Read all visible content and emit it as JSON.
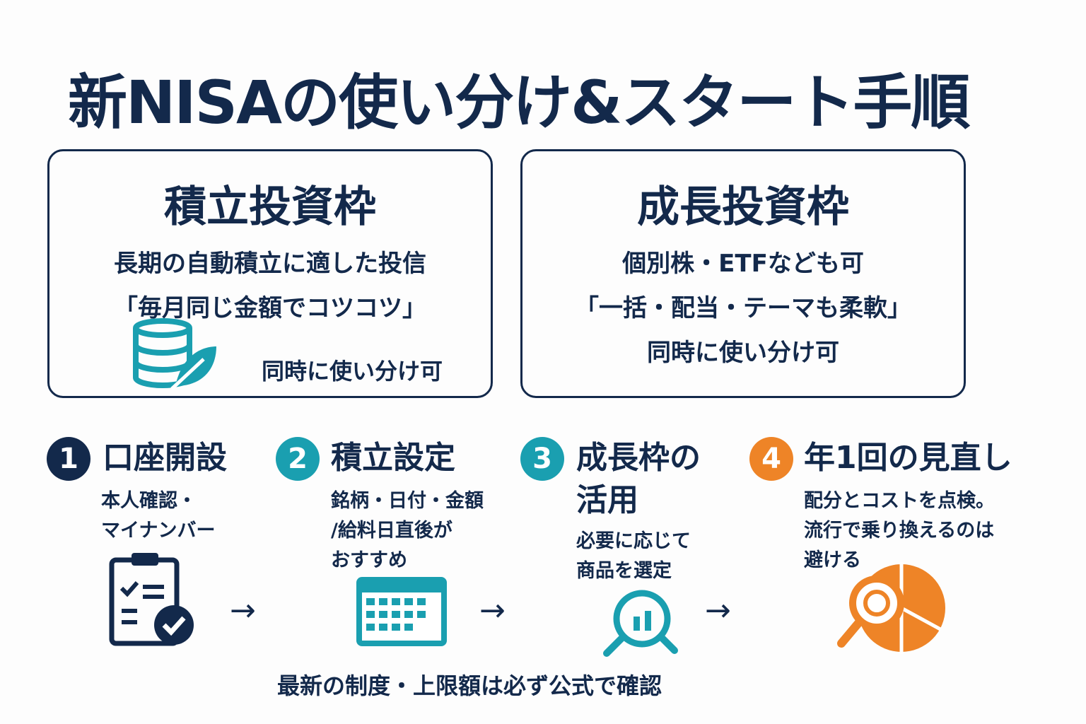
{
  "title": "新NISAの使い分け&スタート手順",
  "cards": [
    {
      "title": "積立投資枠",
      "line1": "長期の自動積立に適した投信",
      "line2": "「毎月同じ金額でコツコツ」",
      "note": "同時に使い分け可"
    },
    {
      "title": "成長投資枠",
      "line1": "個別株・ETFなども可",
      "line2": "「一括・配当・テーマも柔軟」",
      "note": "同時に使い分け可"
    }
  ],
  "steps": [
    {
      "num": "1",
      "title": "口座開設",
      "desc": [
        "本人確認・",
        "マイナンバー"
      ],
      "color": "#13294b"
    },
    {
      "num": "2",
      "title": "積立設定",
      "desc": [
        "銘柄・日付・金額",
        "/給料日直後が",
        "おすすめ"
      ],
      "color": "#1a9fb0"
    },
    {
      "num": "3",
      "title": "成長枠の",
      "title2": "活用",
      "desc": [
        "必要に応じて",
        "商品を選定"
      ],
      "color": "#1a9fb0"
    },
    {
      "num": "4",
      "title": "年1回の見直し",
      "desc": [
        "配分とコストを点検。",
        "流行で乗り換えるのは",
        "避ける"
      ],
      "color": "#ee8427"
    }
  ],
  "arrow": "→",
  "footer": "最新の制度・上限額は必ず公式で確認"
}
